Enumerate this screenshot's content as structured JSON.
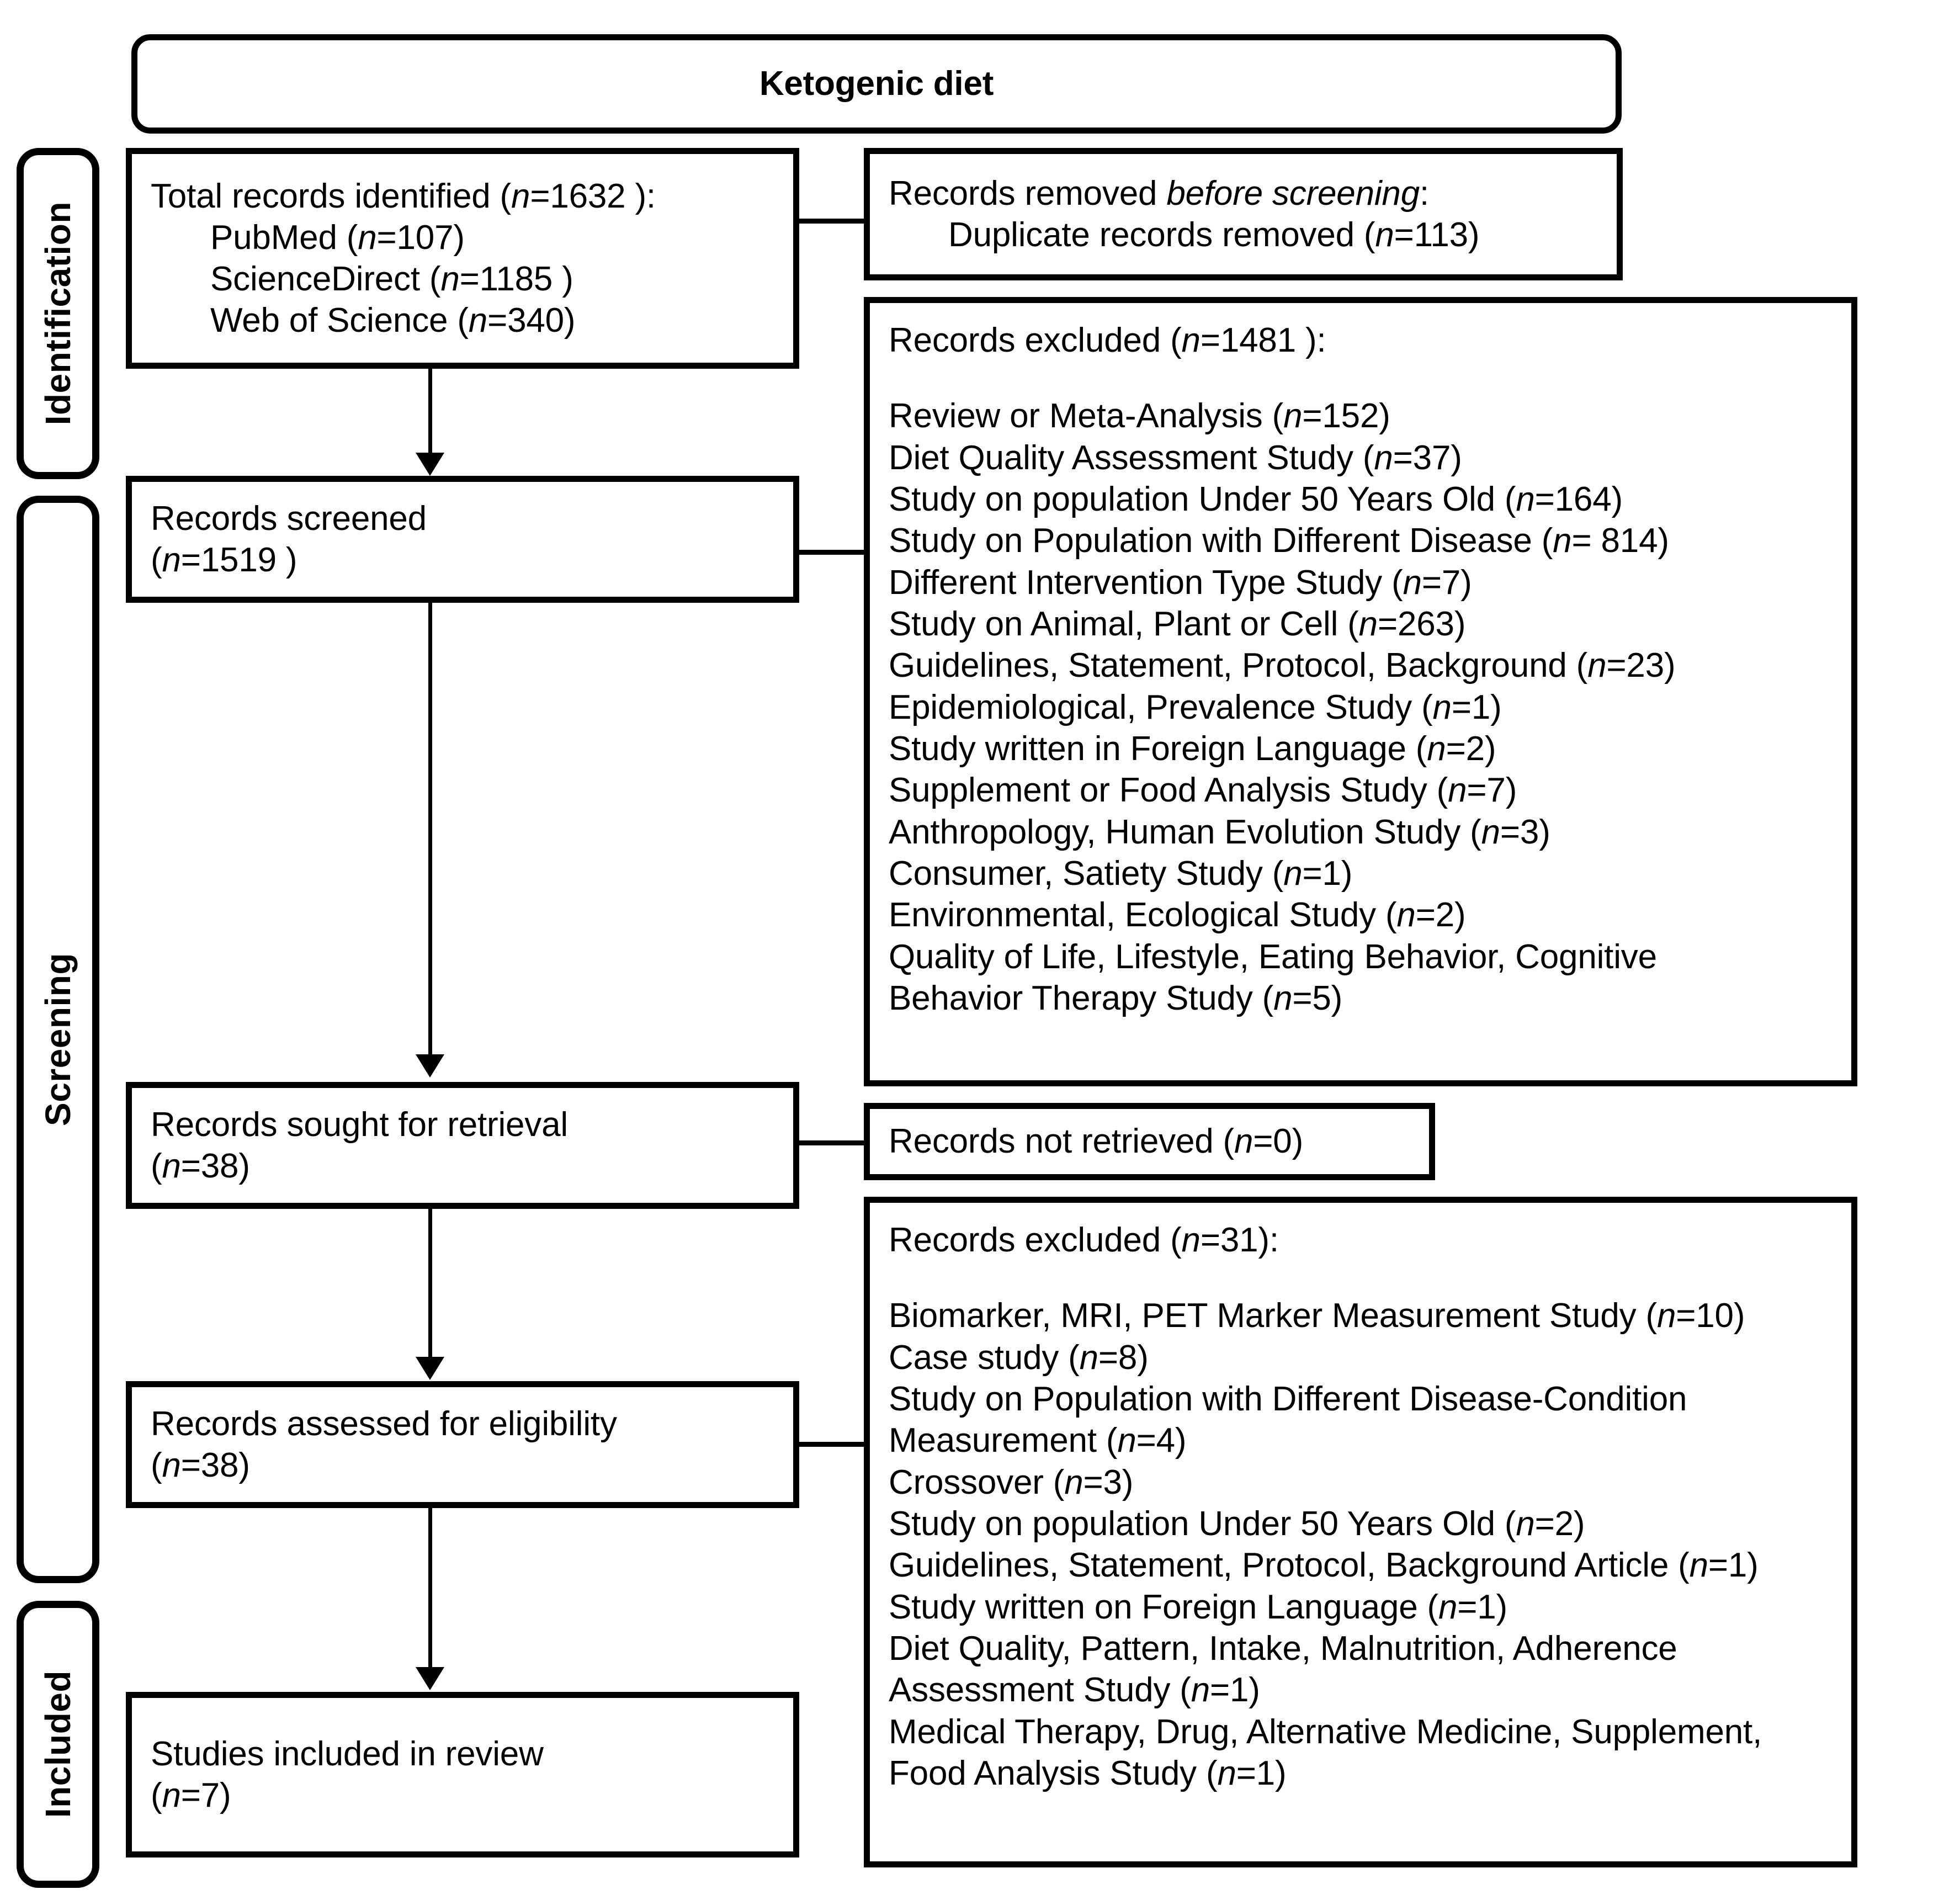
{
  "diagram": {
    "title": "Ketogenic diet",
    "phases": [
      {
        "name": "identification",
        "label": "Identification"
      },
      {
        "name": "screening",
        "label": "Screening"
      },
      {
        "name": "included",
        "label": "Included"
      }
    ]
  },
  "identification": {
    "records_identified": {
      "heading": "Total records identified (n=1632 ):",
      "sources": [
        "PubMed (n=107)",
        "ScienceDirect (n=1185 )",
        "Web of Science (n=340)"
      ]
    },
    "records_removed": {
      "heading_prefix": "Records removed ",
      "heading_italic": "before screening",
      "heading_suffix": ":",
      "items": [
        "Duplicate records removed (n=113)"
      ]
    }
  },
  "screening": {
    "records_screened": {
      "line1": "Records screened",
      "line2": "(n=1519 )"
    },
    "records_excluded_screening": {
      "heading": "Records excluded (n=1481 ):",
      "items": [
        "Review or Meta-Analysis (n=152)",
        "Diet Quality Assessment Study (n=37)",
        "Study on population Under 50 Years Old (n=164)",
        "Study on Population with Different Disease (n= 814)",
        "Different Intervention Type Study (n=7)",
        "Study on Animal, Plant or Cell (n=263)",
        "Guidelines, Statement, Protocol, Background (n=23)",
        "Epidemiological, Prevalence Study (n=1)",
        "Study written in Foreign Language (n=2)",
        "Supplement or Food Analysis Study (n=7)",
        "Anthropology, Human Evolution Study (n=3)",
        "Consumer, Satiety Study (n=1)",
        "Environmental, Ecological Study (n=2)",
        "Quality of Life, Lifestyle, Eating Behavior, Cognitive",
        "Behavior Therapy Study (n=5)"
      ]
    },
    "records_sought": {
      "line1": "Records sought for retrieval",
      "line2": "(n=38)"
    },
    "records_not_retrieved": {
      "line1": "Records not retrieved (n=0)"
    },
    "records_assessed": {
      "line1": "Records assessed for eligibility",
      "line2": "(n=38)"
    },
    "records_excluded_eligibility": {
      "heading": "Records excluded (n=31):",
      "items": [
        "Biomarker, MRI, PET Marker Measurement Study (n=10)",
        "Case study (n=8)",
        "Study on Population with Different Disease-Condition",
        "Measurement (n=4)",
        "Crossover (n=3)",
        "Study on population Under 50 Years Old (n=2)",
        "Guidelines, Statement, Protocol, Background Article (n=1)",
        "Study written on Foreign Language (n=1)",
        "Diet Quality, Pattern, Intake, Malnutrition, Adherence",
        "Assessment Study (n=1)",
        "Medical Therapy, Drug, Alternative Medicine, Supplement,",
        "Food Analysis Study (n=1)"
      ]
    }
  },
  "included": {
    "studies_included": {
      "line1": "Studies included in review",
      "line2": "(n=7)"
    }
  }
}
